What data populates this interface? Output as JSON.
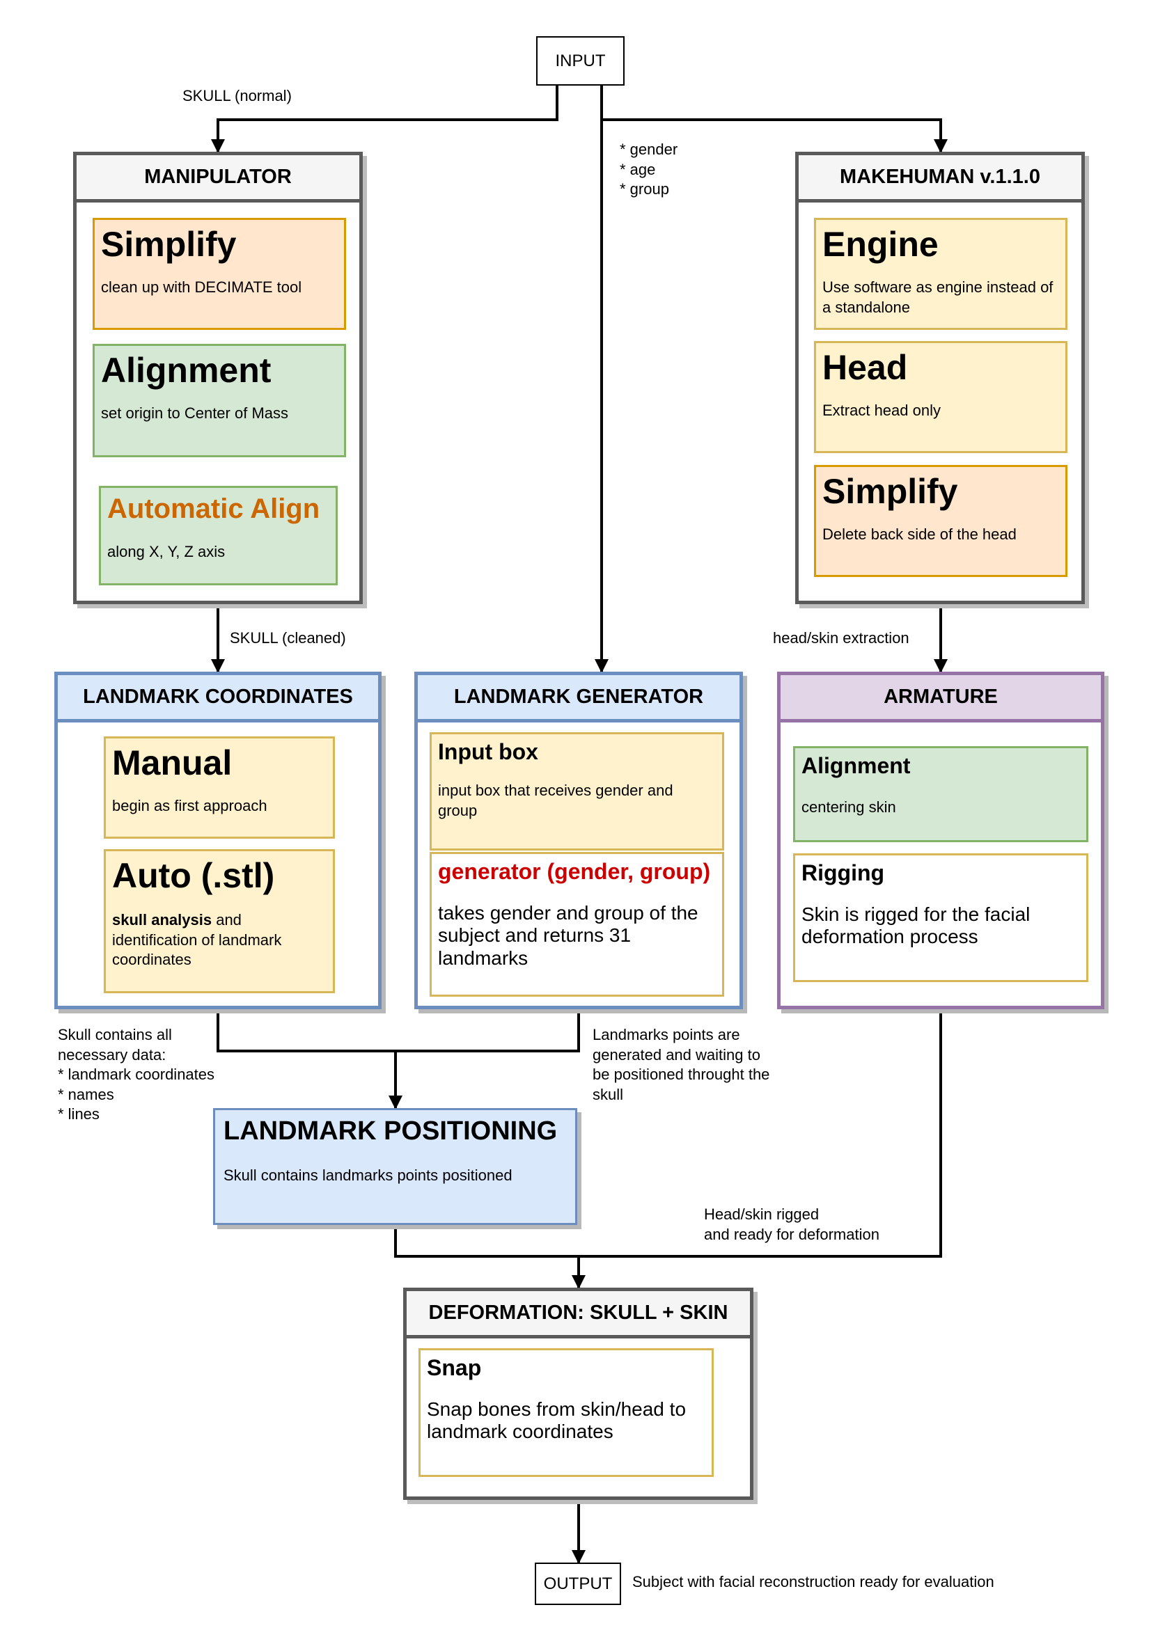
{
  "input": "INPUT",
  "output": "OUTPUT",
  "output_note": "Subject with facial reconstruction ready for evaluation",
  "edge_labels": {
    "skull_normal": "SKULL (normal)",
    "input_params": [
      "* gender",
      "* age",
      "* group"
    ],
    "skull_cleaned": "SKULL (cleaned)",
    "head_skin_extraction": "head/skin extraction",
    "skull_contains": [
      "Skull contains all",
      "necessary data:",
      "* landmark coordinates",
      "* names",
      "* lines"
    ],
    "landmarks_points": [
      "Landmarks points are",
      "generated and waiting to",
      "be positioned throught the",
      "skull"
    ],
    "head_skin_rigged": [
      "Head/skin rigged",
      "and ready for deformation"
    ]
  },
  "manipulator": {
    "title": "MANIPULATOR",
    "simplify": {
      "title": "Simplify",
      "text": "clean up with DECIMATE tool"
    },
    "alignment": {
      "title": "Alignment",
      "text": "set origin to Center of Mass"
    },
    "auto_align": {
      "title": "Automatic Align",
      "text": "along X, Y, Z axis"
    }
  },
  "makehuman": {
    "title": "MAKEHUMAN v.1.1.0",
    "engine": {
      "title": "Engine",
      "text": "Use software as engine instead of a standalone"
    },
    "head": {
      "title": "Head",
      "text": "Extract head only"
    },
    "simplify": {
      "title": "Simplify",
      "text": "Delete back side of the head"
    }
  },
  "landmark_coordinates": {
    "title": "LANDMARK COORDINATES",
    "manual": {
      "title": "Manual",
      "text": "begin as first approach"
    },
    "auto": {
      "title": "Auto (.stl)",
      "bold": "skull analysis",
      "text": " and identification of landmark coordinates"
    }
  },
  "landmark_generator": {
    "title": "LANDMARK GENERATOR",
    "input_box": {
      "title": "Input box",
      "text": "input box that receives gender and group"
    },
    "generator": {
      "title": "generator (gender, group)",
      "text": "takes gender and group of the subject and returns 31 landmarks"
    }
  },
  "armature": {
    "title": "ARMATURE",
    "alignment": {
      "title": "Alignment",
      "text": "centering skin"
    },
    "rigging": {
      "title": "Rigging",
      "text": "Skin is rigged for the facial deformation process"
    }
  },
  "landmark_positioning": {
    "title": "LANDMARK POSITIONING",
    "text": "Skull contains landmarks points positioned"
  },
  "deformation": {
    "title": "DEFORMATION: SKULL + SKIN",
    "snap": {
      "title": "Snap",
      "text": "Snap bones from skin/head to landmark coordinates"
    }
  }
}
